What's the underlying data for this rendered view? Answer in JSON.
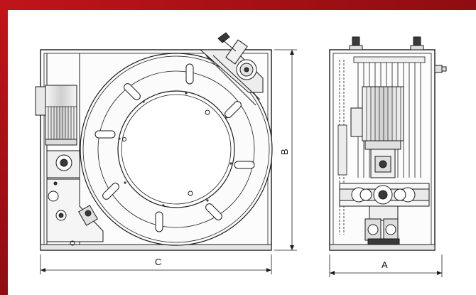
{
  "colors": {
    "frame_band_start": "#c0141a",
    "frame_band_end": "#8e0d12",
    "line": "#1a1a1a",
    "light_fill": "#f3f3f3",
    "mid_fill": "#d9d9d9",
    "dark_fill": "#3a3a3a"
  },
  "dimensions": {
    "a": "A",
    "b": "B",
    "c": "C"
  }
}
